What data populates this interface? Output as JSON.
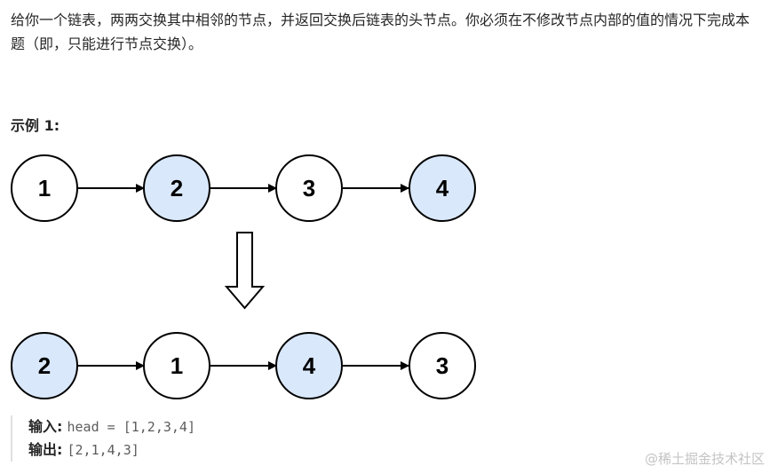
{
  "problem": {
    "text": "给你一个链表，两两交换其中相邻的节点，并返回交换后链表的头节点。你必须在不修改节点内部的值的情况下完成本题（即，只能进行节点交换）。"
  },
  "example": {
    "title": "示例 1:",
    "before": [
      "1",
      "2",
      "3",
      "4"
    ],
    "after": [
      "2",
      "1",
      "4",
      "3"
    ],
    "input_label": "输入:",
    "input_value": "head = [1,2,3,4]",
    "output_label": "输出:",
    "output_value": "[2,1,4,3]"
  },
  "colors": {
    "highlight_fill": "#dae8fc",
    "plain_fill": "#ffffff",
    "stroke": "#000000"
  },
  "watermark": "@稀土掘金技术社区"
}
